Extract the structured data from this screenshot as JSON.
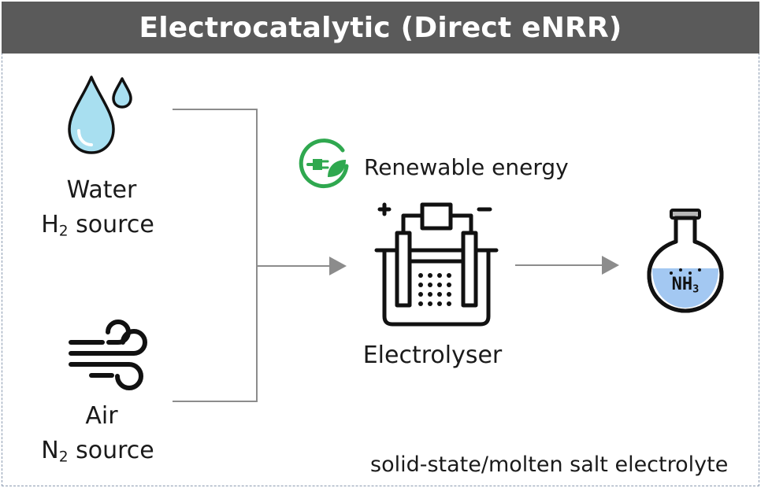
{
  "title": "Electrocatalytic (Direct eNRR)",
  "water": {
    "name": "Water",
    "role_prefix": "H",
    "role_sub": "2",
    "role_suffix": " source"
  },
  "air": {
    "name": "Air",
    "role_prefix": "N",
    "role_sub": "2",
    "role_suffix": " source"
  },
  "energy_label": "Renewable energy",
  "electrolyser_label": "Electrolyser",
  "product": {
    "prefix": "NH",
    "sub": "3"
  },
  "electrolyte_note": "solid-state/molten salt electrolyte",
  "colors": {
    "banner": "#5a5a5a",
    "water": "#a8dff0",
    "energy": "#2fa84f",
    "flask_liquid": "#a3c8f2",
    "arrow": "#8c8c8c"
  }
}
